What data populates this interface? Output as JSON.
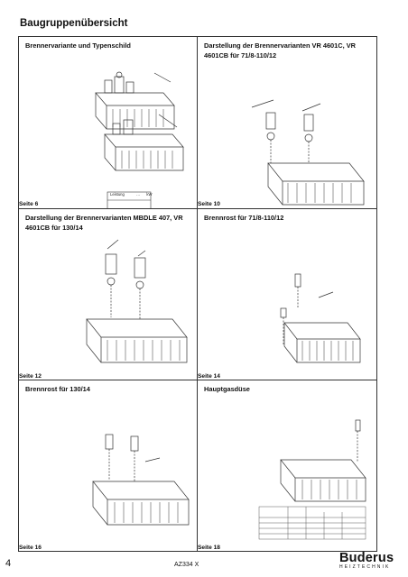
{
  "page_title": "Baugruppenübersicht",
  "cells": [
    {
      "title": "Brennervariante und Typenschild",
      "seite": "Seite 6"
    },
    {
      "title": "Darstellung der Brennervarianten VR 4601C, VR 4601CB für 71/8-110/12",
      "seite": "Seite 10"
    },
    {
      "title": "Darstellung der Brennervarianten MBDLE 407, VR 4601CB für 130/14",
      "seite": "Seite 12"
    },
    {
      "title": "Brennrost für 71/8-110/12",
      "seite": "Seite 14"
    },
    {
      "title": "Brennrost für 130/14",
      "seite": "Seite 16"
    },
    {
      "title": "Hauptgasdüse",
      "seite": "Seite 18"
    }
  ],
  "typenschild": {
    "leistung_label": "Leistung",
    "unit": "kW"
  },
  "footer": {
    "page_number": "4",
    "doc_code": "AZ334 X"
  },
  "logo": {
    "name": "Buderus",
    "sub": "HEIZTECHNIK"
  }
}
